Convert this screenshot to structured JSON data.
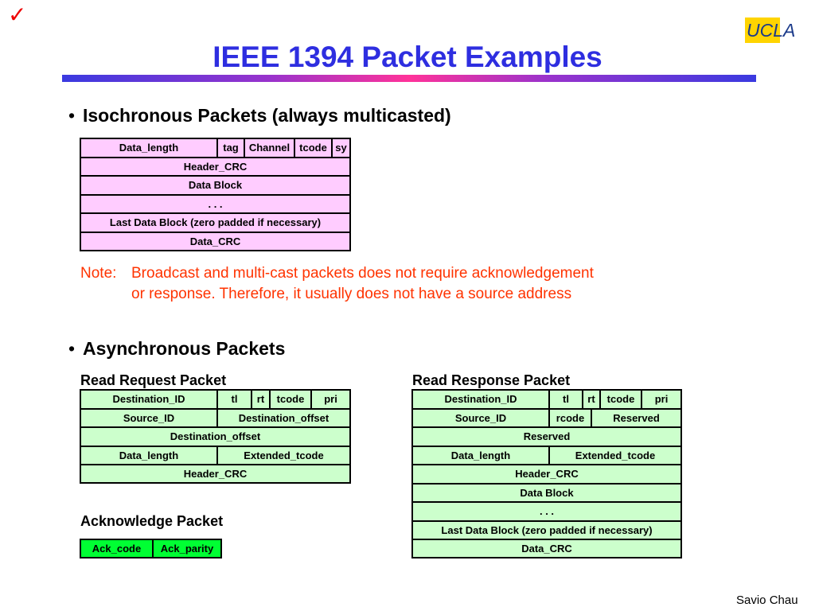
{
  "title": "IEEE 1394 Packet Examples",
  "logo_text": "UCLA",
  "checkmark": "✓",
  "bullets": {
    "isochronous": "Isochronous Packets (always multicasted)",
    "asynchronous": "Asynchronous Packets",
    "symbol": "•"
  },
  "isochronous_packet": {
    "row1": [
      "Data_length",
      "tag",
      "Channel",
      "tcode",
      "sy"
    ],
    "row2": "Header_CRC",
    "row3": "Data Block",
    "row4": ". . .",
    "row5": "Last Data Block (zero padded if necessary)",
    "row6": "Data_CRC"
  },
  "note": {
    "label": "Note:",
    "text_line1": "Broadcast and multi-cast packets does not require acknowledgement",
    "text_line2": "or response.   Therefore, it usually does not have a source address"
  },
  "read_request": {
    "label": "Read Request Packet",
    "row1": [
      "Destination_ID",
      "tl",
      "rt",
      "tcode",
      "pri"
    ],
    "row2": [
      "Source_ID",
      "Destination_offset"
    ],
    "row3": "Destination_offset",
    "row4": [
      "Data_length",
      "Extended_tcode"
    ],
    "row5": "Header_CRC"
  },
  "read_response": {
    "label": "Read Response Packet",
    "row1": [
      "Destination_ID",
      "tl",
      "rt",
      "tcode",
      "pri"
    ],
    "row2": [
      "Source_ID",
      "rcode",
      "Reserved"
    ],
    "row3": "Reserved",
    "row4": [
      "Data_length",
      "Extended_tcode"
    ],
    "row5": "Header_CRC",
    "row6": "Data Block",
    "row7": ". . .",
    "row8": "Last Data Block (zero padded if necessary)",
    "row9": "Data_CRC"
  },
  "acknowledge": {
    "label": "Acknowledge Packet",
    "cells": [
      "Ack_code",
      "Ack_parity"
    ]
  },
  "footer": "Savio Chau",
  "colors": {
    "title": "#2e2ee0",
    "note": "#ff3300",
    "iso_fill": "#ffccff",
    "async_fill": "#ccffcc",
    "ack_fill": "#00ff33",
    "logo_bg": "#ffd400"
  }
}
